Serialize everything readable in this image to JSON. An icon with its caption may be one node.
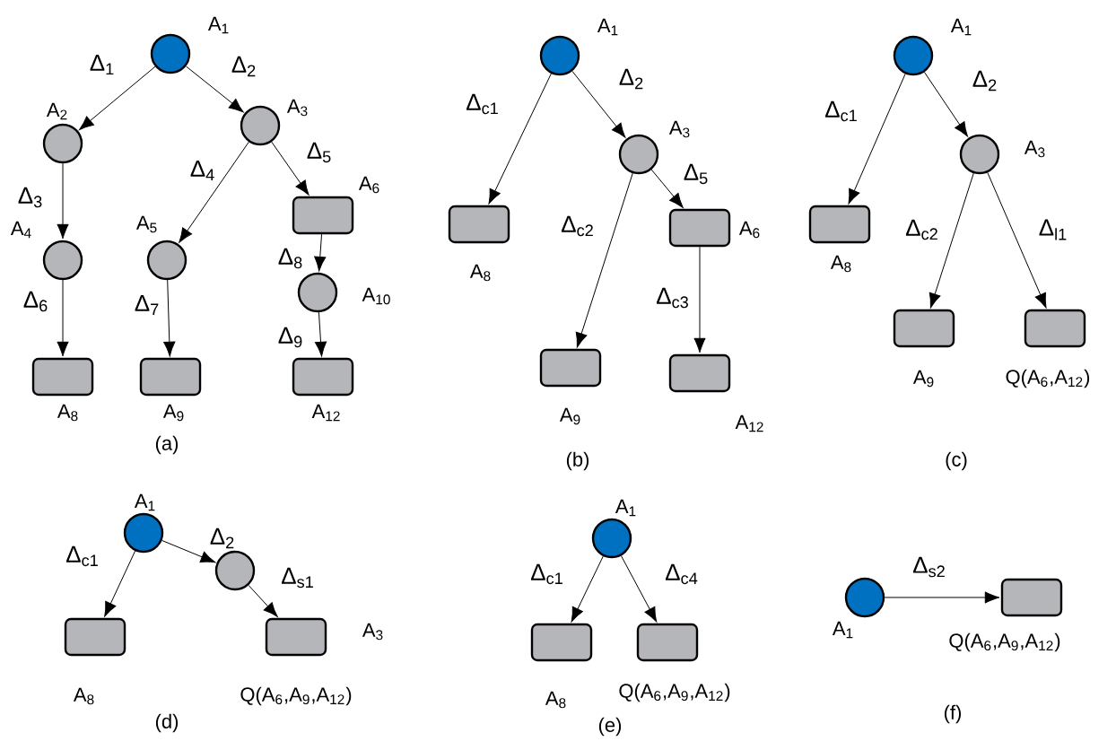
{
  "diagram": {
    "nodes": [
      {
        "text": [],
        "shape": "circle",
        "beside": [
          "A$_{1}$"
        ]
      },
      {
        "text": [],
        "shape": "circle",
        "beside": [
          "A$_{2}$"
        ]
      },
      {
        "text": [],
        "shape": "circle",
        "beside": [
          "A$_{3}$"
        ]
      },
      {
        "text": [],
        "shape": "circle",
        "beside": [
          "A$_{4}$"
        ]
      },
      {
        "text": [],
        "shape": "circle",
        "beside": [
          "A$_{5}$"
        ]
      },
      {
        "text": [],
        "shape": "box",
        "beside": [
          "A$_{6}$"
        ]
      },
      {
        "text": [],
        "shape": "circle",
        "beside": [
          "A$_{10}$"
        ]
      },
      {
        "text": [],
        "shape": "box",
        "beside": [
          "A$_{8}$"
        ]
      },
      {
        "text": [],
        "shape": "box",
        "beside": [
          "A$_{9}$"
        ]
      },
      {
        "text": [],
        "shape": "box",
        "beside": [
          "A$_{12}$"
        ]
      },
      {
        "text": [],
        "shape": "circle",
        "beside": [
          "A$_{1}$"
        ]
      },
      {
        "text": [],
        "shape": "circle",
        "beside": [
          "A$_{3}$"
        ]
      },
      {
        "text": [],
        "shape": "box",
        "beside": [
          "A$_{8}$"
        ]
      },
      {
        "text": [],
        "shape": "box",
        "beside": [
          "A$_{6}$"
        ]
      },
      {
        "text": [],
        "shape": "box",
        "beside": [
          "A$_{9}$"
        ]
      },
      {
        "text": [],
        "shape": "box",
        "beside": [
          "A$_{12}$"
        ]
      },
      {
        "text": [],
        "shape": "circle",
        "beside": [
          "A$_{1}$"
        ]
      },
      {
        "text": [],
        "shape": "circle",
        "beside": [
          "A$_{3}$"
        ]
      },
      {
        "text": [],
        "shape": "box",
        "beside": [
          "A$_{8}$"
        ]
      },
      {
        "text": [],
        "shape": "box",
        "beside": [
          "A$_{9}$"
        ]
      },
      {
        "text": [],
        "shape": "box",
        "beside": [
          "Q(A$_{6}$,A$_{12}$)"
        ]
      },
      {
        "text": [],
        "shape": "circle",
        "beside": [
          "A$_{1}$"
        ]
      },
      {
        "text": [],
        "shape": "circle"
      },
      {
        "text": [],
        "shape": "box",
        "beside": [
          "A$_{8}$"
        ]
      },
      {
        "text": [],
        "shape": "box",
        "beside": [
          "Q(A$_{6}$,A$_{9}$,A$_{12}$)"
        ]
      },
      {
        "text": [],
        "shape": "circle",
        "beside": [
          "A$_{1}$"
        ]
      },
      {
        "text": [],
        "shape": "box",
        "beside": [
          "A$_{8}$"
        ]
      },
      {
        "text": [],
        "shape": "box",
        "beside": [
          "Q(A$_{6}$,A$_{9}$,A$_{12}$)"
        ]
      },
      {
        "text": [],
        "shape": "circle",
        "beside": [
          "A$_{1}$"
        ]
      },
      {
        "text": [],
        "shape": "box",
        "beside": [
          "Q(A$_{6}$,A$_{9}$,A$_{12}$)"
        ]
      }
    ],
    "edges": [
      {
        "from": 0,
        "to": 1,
        "arrow": "to",
        "label": "Δ$_{1}$"
      },
      {
        "from": 0,
        "to": 2,
        "arrow": "to",
        "label": "Δ$_{2}$"
      },
      {
        "from": 1,
        "to": 3,
        "arrow": "to",
        "label": "Δ$_{3}$"
      },
      {
        "from": 2,
        "to": 4,
        "arrow": "to",
        "label": "Δ$_{4}$"
      },
      {
        "from": 2,
        "to": 5,
        "arrow": "to",
        "label": "Δ$_{5}$"
      },
      {
        "from": 3,
        "to": 7,
        "arrow": "to",
        "label": "Δ$_{6}$"
      },
      {
        "from": 4,
        "to": 8,
        "arrow": "to",
        "label": "Δ$_{7}$"
      },
      {
        "from": 5,
        "to": 6,
        "arrow": "to",
        "label": "Δ$_{8}$"
      },
      {
        "from": 6,
        "to": 9,
        "arrow": "to",
        "label": "Δ$_{9}$"
      },
      {
        "from": 10,
        "to": 12,
        "arrow": "to",
        "label": "Δ$_{c1}$"
      },
      {
        "from": 10,
        "to": 11,
        "arrow": "to",
        "label": "Δ$_{2}$"
      },
      {
        "from": 11,
        "to": 14,
        "arrow": "to",
        "label": "Δ$_{c2}$"
      },
      {
        "from": 11,
        "to": 13,
        "arrow": "to",
        "label": "Δ$_{5}$"
      },
      {
        "from": 13,
        "to": 15,
        "arrow": "to",
        "label": "Δ$_{c3}$"
      },
      {
        "from": 16,
        "to": 18,
        "arrow": "to",
        "label": "Δ$_{c1}$"
      },
      {
        "from": 16,
        "to": 17,
        "arrow": "to",
        "label": "Δ$_{2}$"
      },
      {
        "from": 17,
        "to": 19,
        "arrow": "to",
        "label": "Δ$_{c2}$"
      },
      {
        "from": 17,
        "to": 20,
        "arrow": "to",
        "label": "Δ$_{l1}$"
      },
      {
        "from": 21,
        "to": 23,
        "arrow": "to",
        "label": "Δ$_{c1}$"
      },
      {
        "from": 21,
        "to": 22,
        "arrow": "to",
        "label": "Δ$_{2}$"
      },
      {
        "from": 22,
        "to": 24,
        "arrow": "to",
        "label": "Δ$_{s1}$"
      },
      {
        "from": 25,
        "to": 26,
        "arrow": "to",
        "label": "Δ$_{c1}$"
      },
      {
        "from": 25,
        "to": 27,
        "arrow": "to",
        "label": "Δ$_{c4}$"
      },
      {
        "from": 28,
        "to": 29,
        "arrow": "to",
        "label": "Δ$_{s2}$"
      }
    ],
    "labels": [
      "(a)",
      "(b)",
      "(c)",
      "A$_{3}$",
      "(d)",
      "(e)",
      "(f)"
    ]
  }
}
